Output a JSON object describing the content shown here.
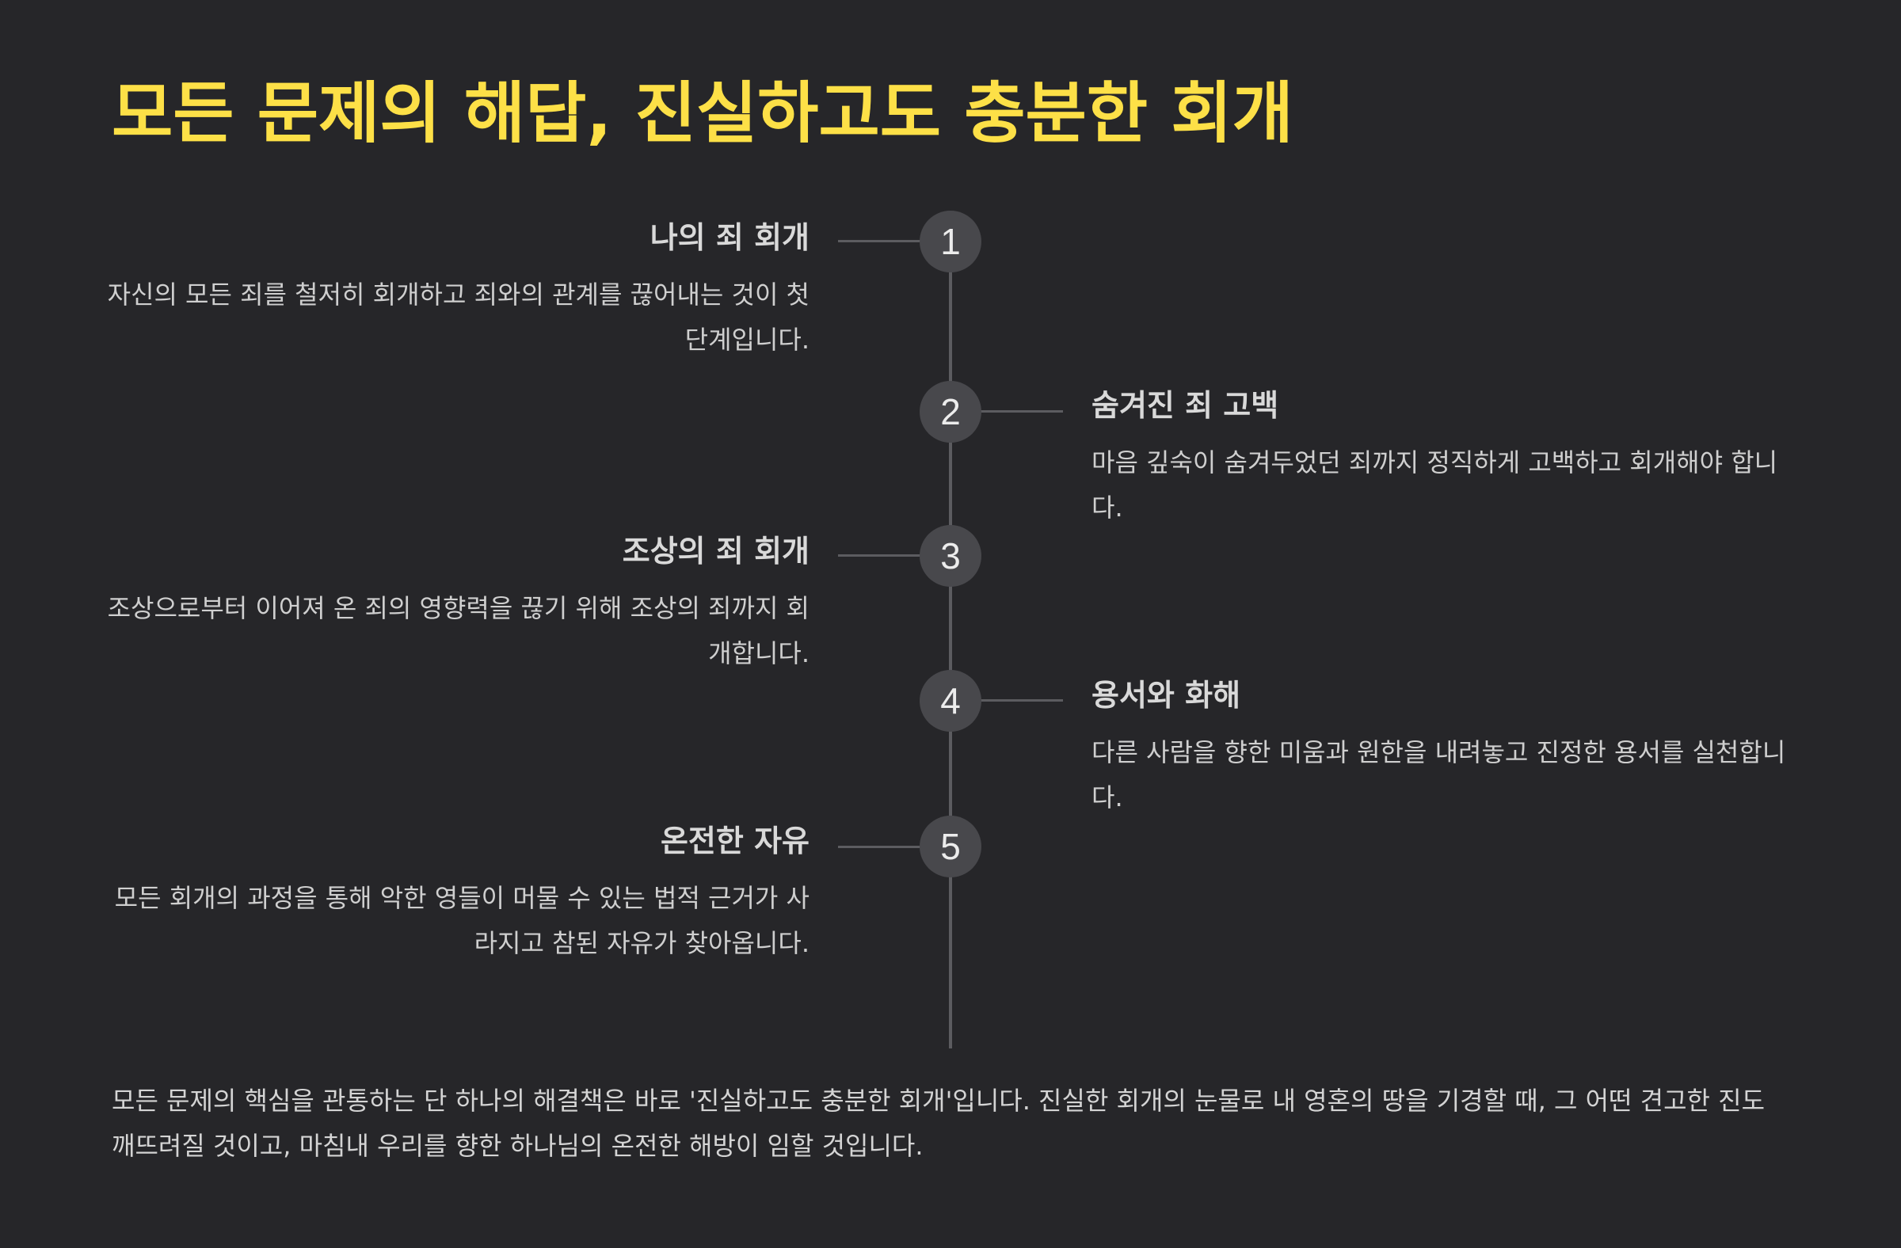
{
  "title": "모든 문제의 해답, 진실하고도 충분한 회개",
  "steps": [
    {
      "number": "1",
      "title": "나의 죄 회개",
      "description": "자신의 모든 죄를 철저히 회개하고 죄와의 관계를 끊어내는 것이 첫 단계입니다."
    },
    {
      "number": "2",
      "title": "숨겨진 죄 고백",
      "description": "마음 깊숙이 숨겨두었던 죄까지 정직하게 고백하고 회개해야 합니다."
    },
    {
      "number": "3",
      "title": "조상의 죄 회개",
      "description": "조상으로부터 이어져 온 죄의 영향력을 끊기 위해 조상의 죄까지 회개합니다."
    },
    {
      "number": "4",
      "title": "용서와 화해",
      "description": "다른 사람을 향한 미움과 원한을 내려놓고 진정한 용서를 실천합니다."
    },
    {
      "number": "5",
      "title": "온전한 자유",
      "description": "모든 회개의 과정을 통해 악한 영들이 머물 수 있는 법적 근거가 사라지고 참된 자유가 찾아옵니다."
    }
  ],
  "footer": "모든 문제의 핵심을 관통하는 단 하나의 해결책은 바로 '진실하고도 충분한 회개'입니다. 진실한 회개의 눈물로 내 영혼의 땅을 기경할 때, 그 어떤 견고한 진도 깨뜨려질 것이고, 마침내 우리를 향한 하나님의 온전한 해방이 임할 것입니다.",
  "colors": {
    "background": "#262629",
    "title": "#fde047",
    "node": "#48484c",
    "line": "#5c5c60"
  }
}
